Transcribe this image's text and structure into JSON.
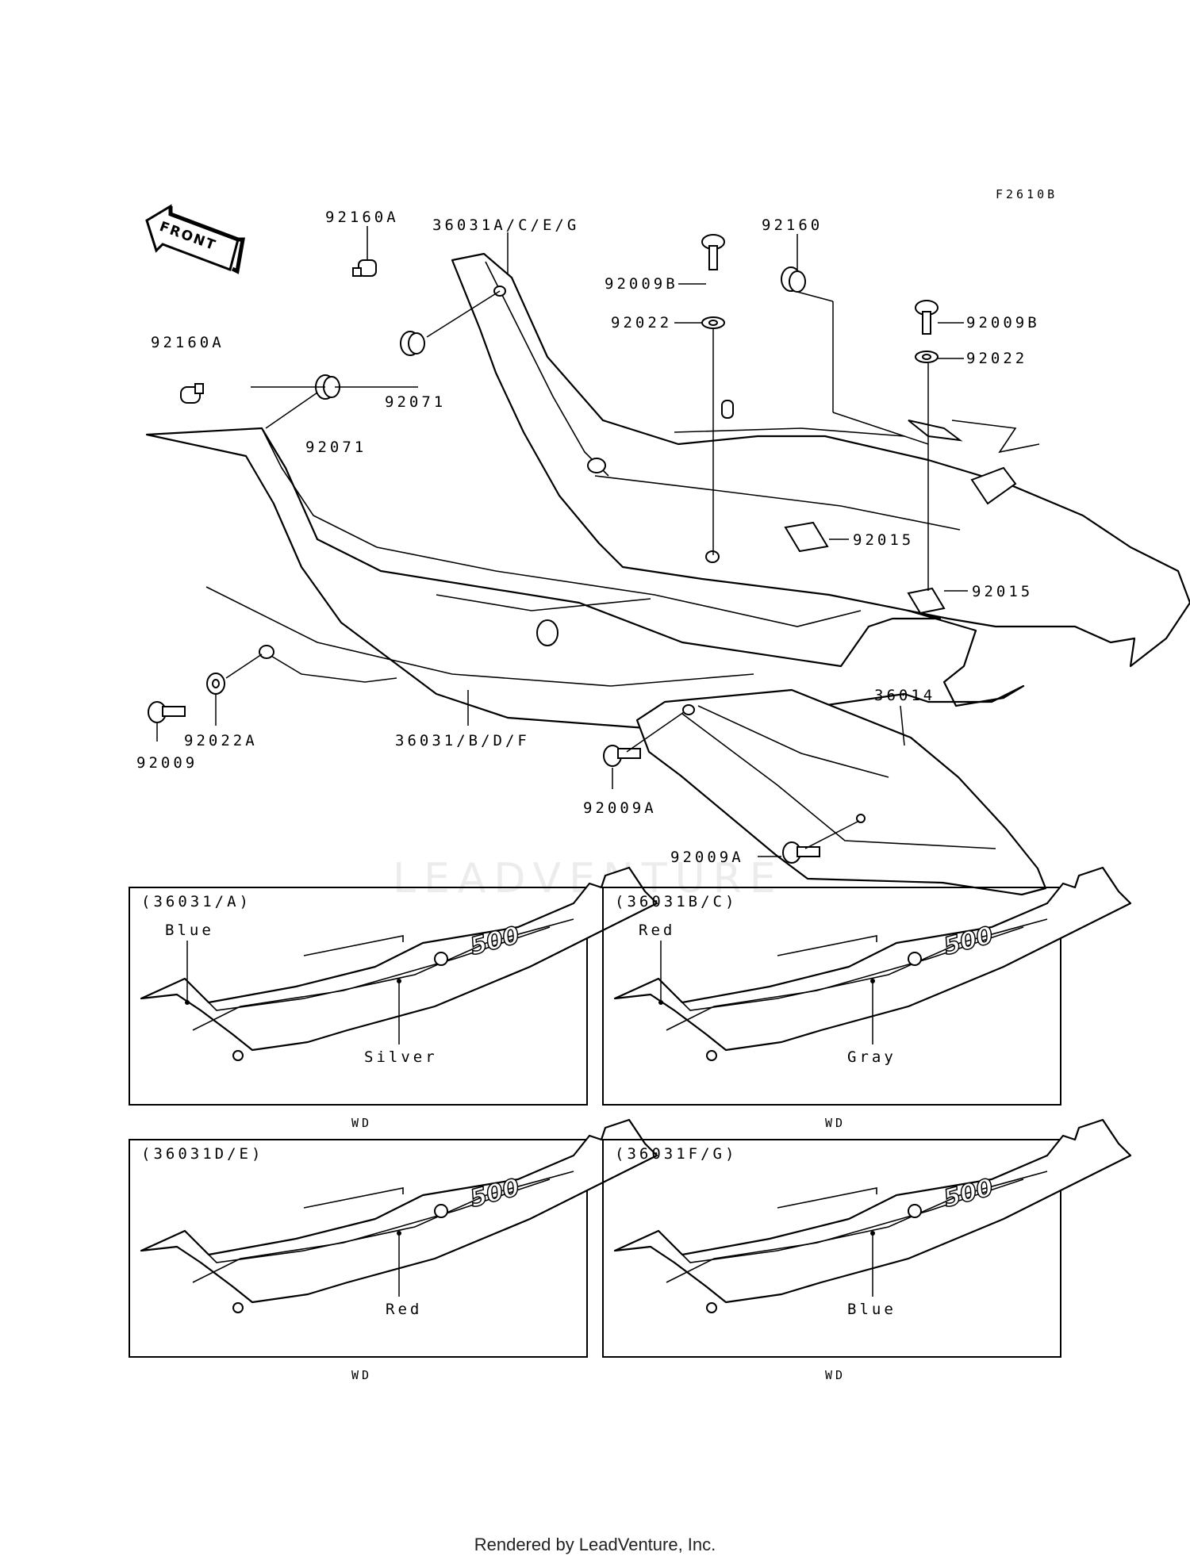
{
  "figure_code": "F2610B",
  "front_arrow_label": "FRONT",
  "callouts": {
    "p92160A_top": "92160A",
    "p36031ACEG": "36031A/C/E/G",
    "p92160": "92160",
    "p92009B_a": "92009B",
    "p92022_a": "92022",
    "p92009B_b": "92009B",
    "p92022_b": "92022",
    "p92160A_left": "92160A",
    "p92071_a": "92071",
    "p92071_b": "92071",
    "p92015_a": "92015",
    "p92015_b": "92015",
    "p36014": "36014",
    "p92009": "92009",
    "p92022A": "92022A",
    "p36031BDF": "36031/B/D/F",
    "p92009A_a": "92009A",
    "p92009A_b": "92009A"
  },
  "variants": [
    {
      "title": "(36031/A)",
      "color_top": "Blue",
      "color_bottom": "Silver",
      "caption": "WD"
    },
    {
      "title": "(36031B/C)",
      "color_top": "Red",
      "color_bottom": "Gray",
      "caption": "WD"
    },
    {
      "title": "(36031D/E)",
      "color_top": "",
      "color_bottom": "Red",
      "caption": "WD"
    },
    {
      "title": "(36031F/G)",
      "color_top": "",
      "color_bottom": "Blue",
      "caption": "WD"
    }
  ],
  "watermark": "LEADVENTURE",
  "footer": "Rendered by LeadVenture, Inc."
}
